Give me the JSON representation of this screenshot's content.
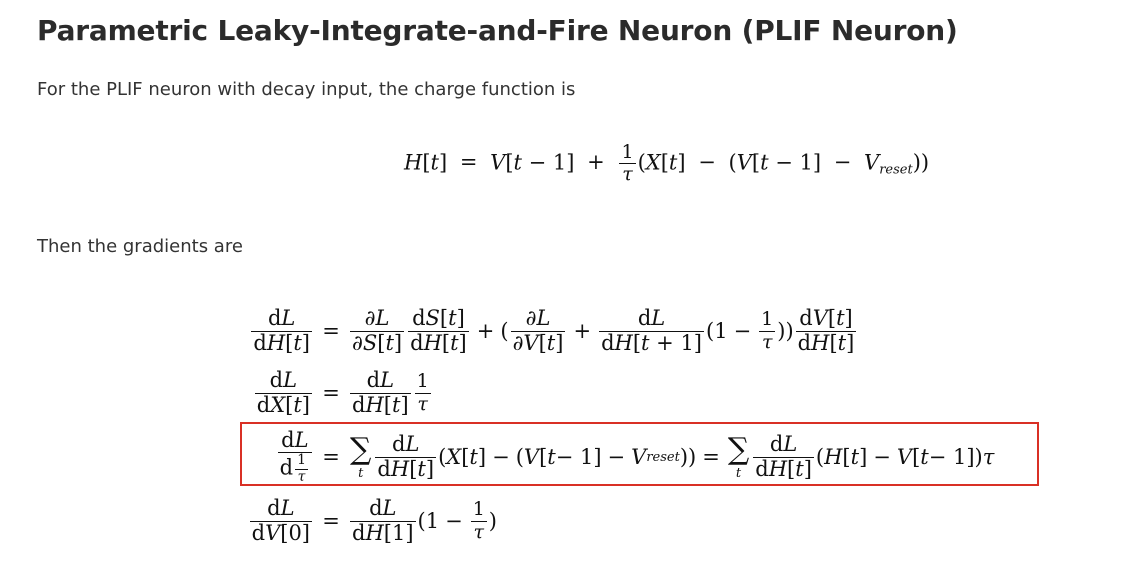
{
  "document": {
    "title": "Parametric Leaky-Integrate-and-Fire Neuron (PLIF Neuron)",
    "intro_text": "For the PLIF neuron with decay input, the charge function is",
    "gradients_text": "Then the gradients are"
  },
  "equations": {
    "charge_function": "H[t] = V[t − 1] + (1/τ)(X[t] − (V[t − 1] − V_reset))",
    "gradient_H": "dL/dH[t] = (∂L/∂S[t])(dS[t]/dH[t]) + (∂L/∂V[t] + (dL/dH[t + 1])(1 − 1/τ))(dV[t]/dH[t])",
    "gradient_X": "dL/dX[t] = (dL/dH[t])(1/τ)",
    "gradient_inv_tau": "dL/d(1/τ) = Σ_t (dL/dH[t])(X[t] − (V[t − 1] − V_reset)) = Σ_t (dL/dH[t])(H[t] − V[t − 1])τ",
    "gradient_V0": "dL/dV[0] = (dL/dH[1])(1 − 1/τ)"
  },
  "highlight": {
    "target_equation": "gradient_inv_tau",
    "color": "#d93025"
  }
}
